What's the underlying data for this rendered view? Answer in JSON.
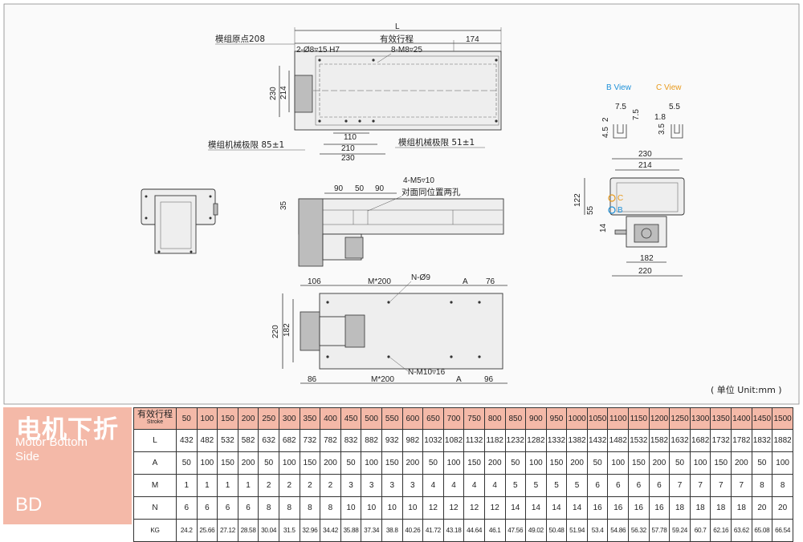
{
  "drawing": {
    "top_view": {
      "L": "L",
      "origin": "模组原点208",
      "stroke": "有效行程",
      "d174": "174",
      "pin_holes": "2-Ø8▿15 H7",
      "tap_holes": "8-M8▿25",
      "h230": "230",
      "h214": "214",
      "d110": "110",
      "d210": "210",
      "d230": "230",
      "mech_limit_left": "模组机械极限 85±1",
      "mech_limit_right": "模组机械极限 51±1"
    },
    "front_view": {
      "d90a": "90",
      "d50": "50",
      "d90b": "90",
      "d35": "35",
      "holes": "4-M5▿10",
      "holes_note": "对面同位置两孔"
    },
    "bottom_view": {
      "d106": "106",
      "m200a": "M*200",
      "n_hole": "N-Ø9",
      "a1": "A",
      "d76": "76",
      "d220": "220",
      "d182": "182",
      "d86": "86",
      "m200b": "M*200",
      "n_thread": "N-M10▿16",
      "a2": "A",
      "d96": "96"
    },
    "side_view": {
      "b_view": "B View",
      "c_view": "C View",
      "b75": "7.5",
      "b2": "2",
      "b45": "4.5",
      "b75v": "7.5",
      "c55": "5.5",
      "c18": "1.8",
      "c35": "3.5",
      "w230": "230",
      "w214": "214",
      "h122": "122",
      "h55": "55",
      "h14": "14",
      "w182": "182",
      "w220": "220",
      "c_mark": "C",
      "b_mark": "B"
    },
    "unit": "( 单位 Unit:mm )",
    "colors": {
      "b_view": "#1e90d8",
      "c_view": "#e89a1c",
      "accent": "#f4b9a8"
    }
  },
  "label": {
    "cn": "电机下折",
    "en_line1": "Motor Bottom",
    "en_line2": "Side",
    "code": "BD"
  },
  "spec_table": {
    "header_cn": "有效行程",
    "header_en": "Stroke",
    "strokes": [
      "50",
      "100",
      "150",
      "200",
      "250",
      "300",
      "350",
      "400",
      "450",
      "500",
      "550",
      "600",
      "650",
      "700",
      "750",
      "800",
      "850",
      "900",
      "950",
      "1000",
      "1050",
      "1100",
      "1150",
      "1200",
      "1250",
      "1300",
      "1350",
      "1400",
      "1450",
      "1500"
    ],
    "rows": [
      {
        "label": "L",
        "values": [
          "432",
          "482",
          "532",
          "582",
          "632",
          "682",
          "732",
          "782",
          "832",
          "882",
          "932",
          "982",
          "1032",
          "1082",
          "1132",
          "1182",
          "1232",
          "1282",
          "1332",
          "1382",
          "1432",
          "1482",
          "1532",
          "1582",
          "1632",
          "1682",
          "1732",
          "1782",
          "1832",
          "1882"
        ]
      },
      {
        "label": "A",
        "values": [
          "50",
          "100",
          "150",
          "200",
          "50",
          "100",
          "150",
          "200",
          "50",
          "100",
          "150",
          "200",
          "50",
          "100",
          "150",
          "200",
          "50",
          "100",
          "150",
          "200",
          "50",
          "100",
          "150",
          "200",
          "50",
          "100",
          "150",
          "200",
          "50",
          "100"
        ]
      },
      {
        "label": "M",
        "values": [
          "1",
          "1",
          "1",
          "1",
          "2",
          "2",
          "2",
          "2",
          "3",
          "3",
          "3",
          "3",
          "4",
          "4",
          "4",
          "4",
          "5",
          "5",
          "5",
          "5",
          "6",
          "6",
          "6",
          "6",
          "7",
          "7",
          "7",
          "7",
          "8",
          "8"
        ]
      },
      {
        "label": "N",
        "values": [
          "6",
          "6",
          "6",
          "6",
          "8",
          "8",
          "8",
          "8",
          "10",
          "10",
          "10",
          "10",
          "12",
          "12",
          "12",
          "12",
          "14",
          "14",
          "14",
          "14",
          "16",
          "16",
          "16",
          "16",
          "18",
          "18",
          "18",
          "18",
          "20",
          "20"
        ]
      },
      {
        "label": "KG",
        "values": [
          "24.2",
          "25.66",
          "27.12",
          "28.58",
          "30.04",
          "31.5",
          "32.96",
          "34.42",
          "35.88",
          "37.34",
          "38.8",
          "40.26",
          "41.72",
          "43.18",
          "44.64",
          "46.1",
          "47.56",
          "49.02",
          "50.48",
          "51.94",
          "53.4",
          "54.86",
          "56.32",
          "57.78",
          "59.24",
          "60.7",
          "62.16",
          "63.62",
          "65.08",
          "66.54"
        ]
      }
    ]
  }
}
